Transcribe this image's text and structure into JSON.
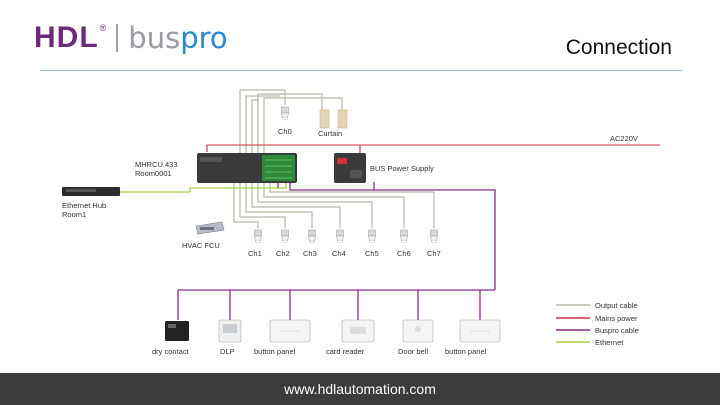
{
  "header": {
    "logo_hdl": "HDL",
    "logo_reg": "®",
    "logo_bus": "bus",
    "logo_pro": "pro",
    "title": "Connection"
  },
  "diagram": {
    "controller_label_1": "MHRCU.433",
    "controller_label_2": "Room0001",
    "hub_label_1": "Ethernet Hub",
    "hub_label_2": "Room1",
    "hvac_label": "HVAC FCU",
    "power_supply_label": "BUS Power Supply",
    "mains_label": "AC220V",
    "top_loads": [
      "Ch0",
      "Curtain"
    ],
    "lamps": [
      "Ch1",
      "Ch2",
      "Ch3",
      "Ch4",
      "Ch5",
      "Ch6",
      "Ch7"
    ],
    "panels": [
      "dry contact",
      "DLP",
      "button panel",
      "card reader",
      "Door bell",
      "button panel"
    ]
  },
  "legend": {
    "items": [
      {
        "label": "Output cable",
        "color": "#b8b8a8"
      },
      {
        "label": "Mains power",
        "color": "#d03040"
      },
      {
        "label": "Buspro cable",
        "color": "#8a2a8a"
      },
      {
        "label": "Ethernet",
        "color": "#a8d040"
      }
    ]
  },
  "footer": {
    "url": "www.hdlautomation.com"
  }
}
